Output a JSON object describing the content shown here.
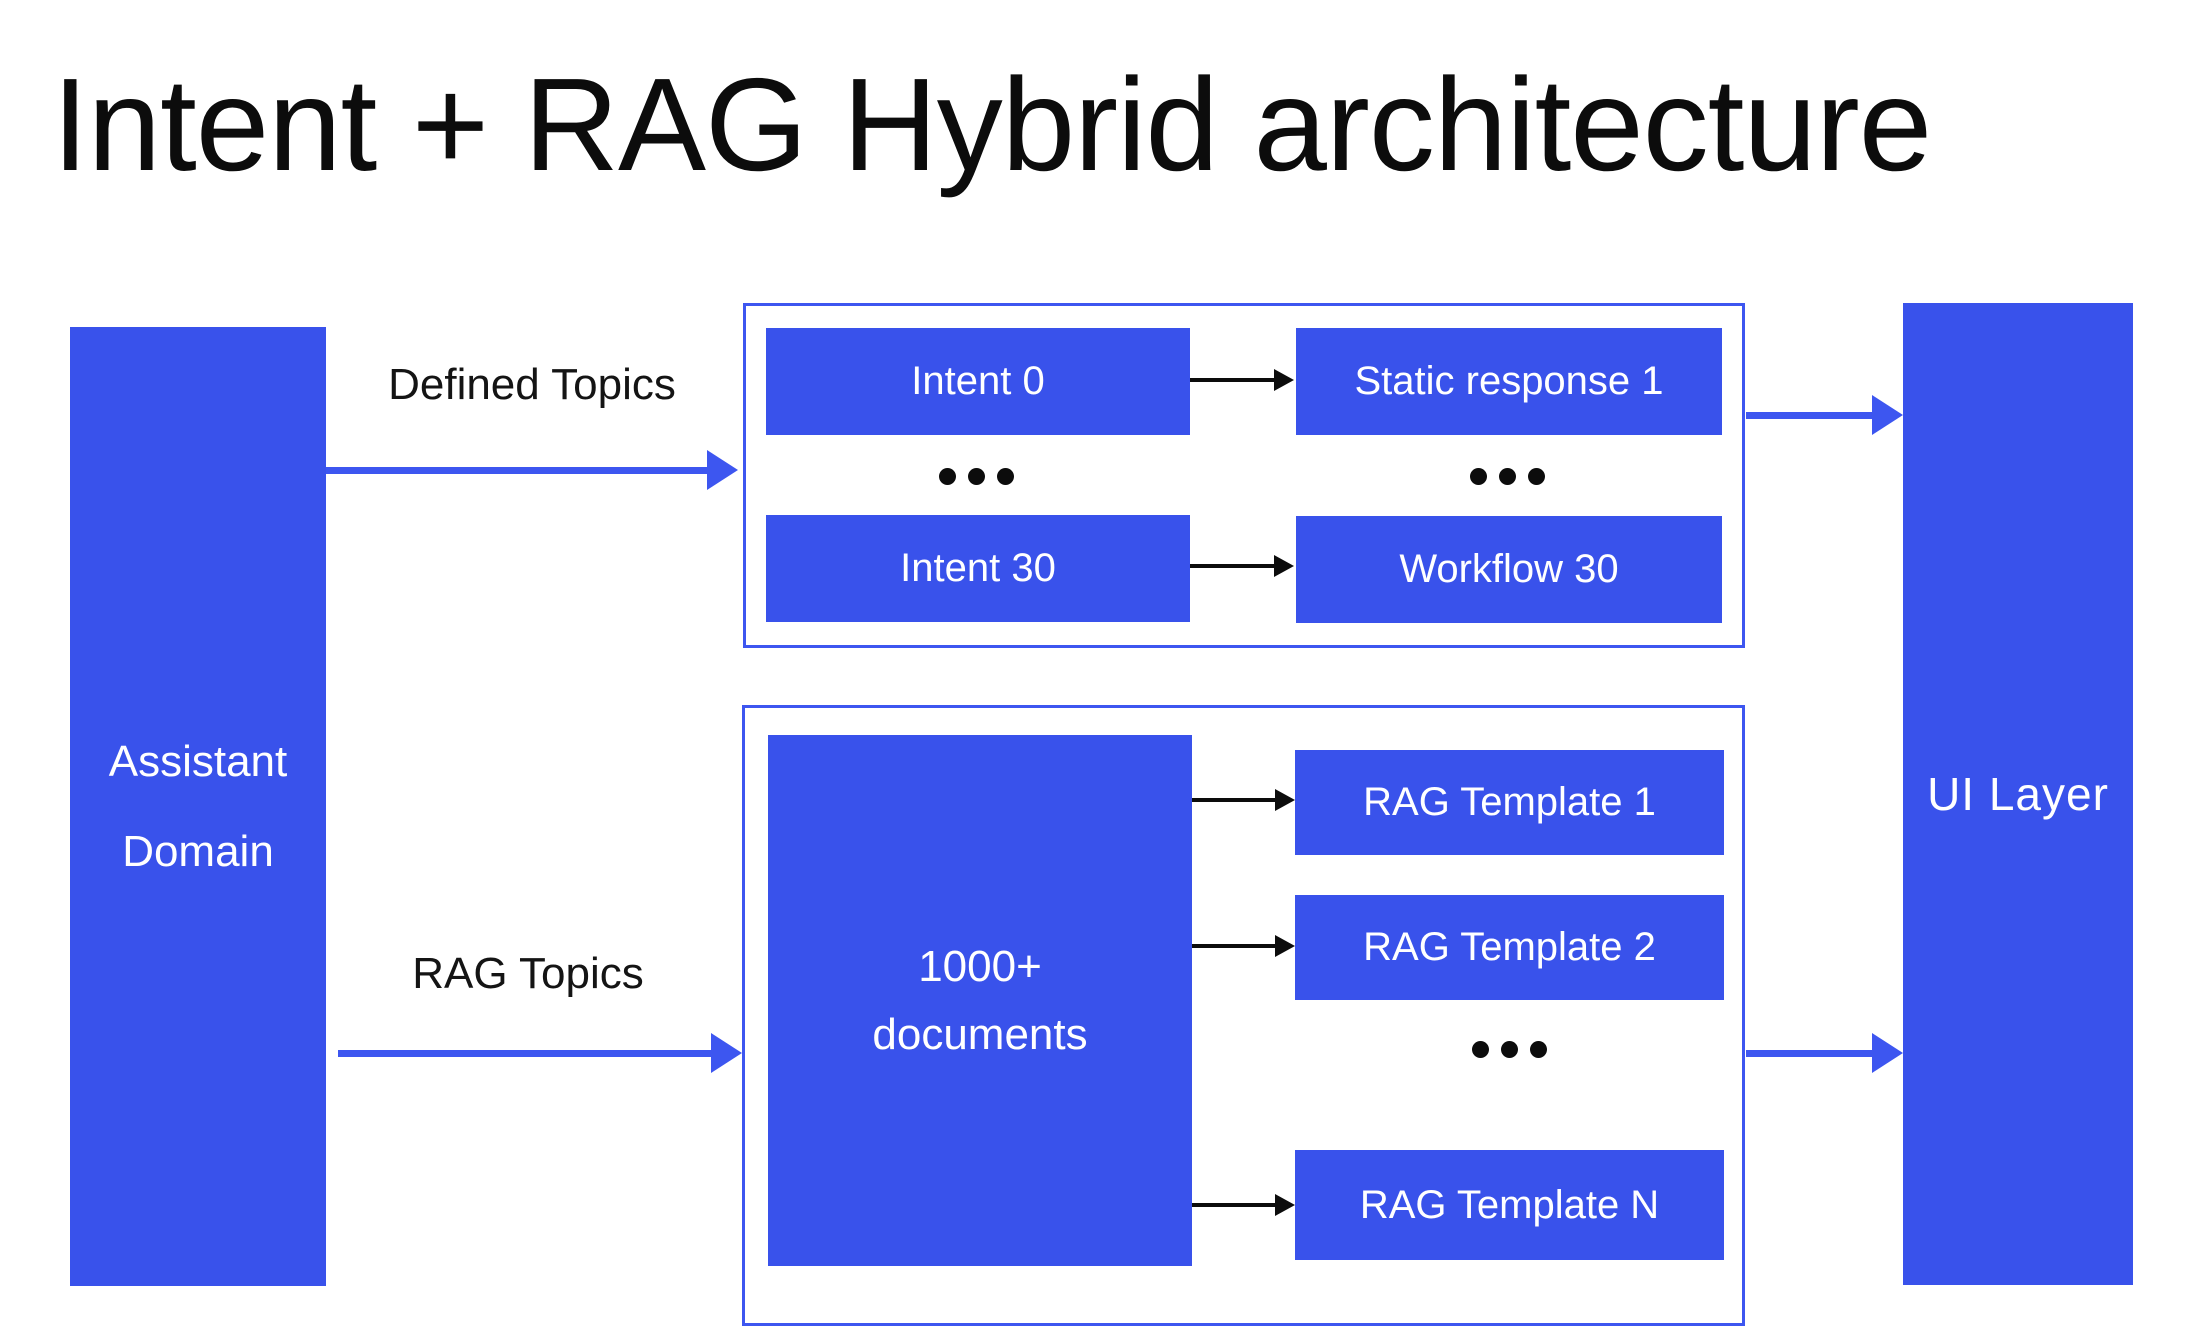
{
  "title": "Intent + RAG Hybrid architecture",
  "colors": {
    "node_fill": "#3952eb",
    "line_blue": "#3d56f0",
    "arrow_black": "#0c0c0c",
    "title_text": "#0c0c0c",
    "box_text": "#ffffff"
  },
  "nodes": {
    "assistant_domain": {
      "line1": "Assistant",
      "line2": "Domain"
    },
    "ui_layer": {
      "label": "UI Layer"
    },
    "documents": {
      "line1": "1000+",
      "line2": "documents"
    }
  },
  "labels": {
    "defined_topics": "Defined Topics",
    "rag_topics": "RAG Topics"
  },
  "intent_group": {
    "rows": [
      {
        "source": "Intent 0",
        "target": "Static response 1"
      },
      {
        "source": "Intent 30",
        "target": "Workflow 30"
      }
    ]
  },
  "rag_group": {
    "templates": [
      "RAG Template 1",
      "RAG Template 2",
      "RAG Template N"
    ]
  },
  "icons": {
    "ellipsis": "three-dots-ellipsis",
    "flow_arrow": "blue-right-arrow",
    "map_arrow": "black-right-arrow"
  }
}
